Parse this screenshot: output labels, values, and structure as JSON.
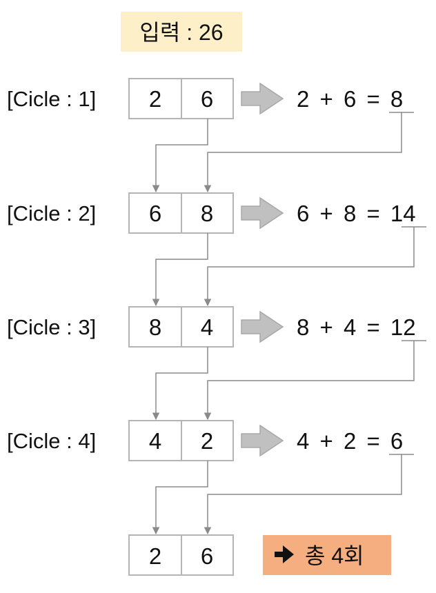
{
  "input_label": "입력 : 26",
  "cycles": [
    {
      "label": "[Cicle : 1]",
      "digits": [
        "2",
        "6"
      ],
      "equation": "2 + 6 = 8"
    },
    {
      "label": "[Cicle : 2]",
      "digits": [
        "6",
        "8"
      ],
      "equation": "6 + 8 = 14"
    },
    {
      "label": "[Cicle : 3]",
      "digits": [
        "8",
        "4"
      ],
      "equation": "8 + 4 = 12"
    },
    {
      "label": "[Cicle : 4]",
      "digits": [
        "4",
        "2"
      ],
      "equation": "4 + 2 = 6"
    }
  ],
  "final_digits": [
    "2",
    "6"
  ],
  "result_icon": "right-arrow-icon",
  "result_label": "총 4회",
  "colors": {
    "input_bg": "#fdf0c8",
    "result_bg": "#f4ae80",
    "box_border": "#b4b4b4",
    "arrow_fill": "#c0c0c0",
    "connector": "#8a8a8a"
  }
}
